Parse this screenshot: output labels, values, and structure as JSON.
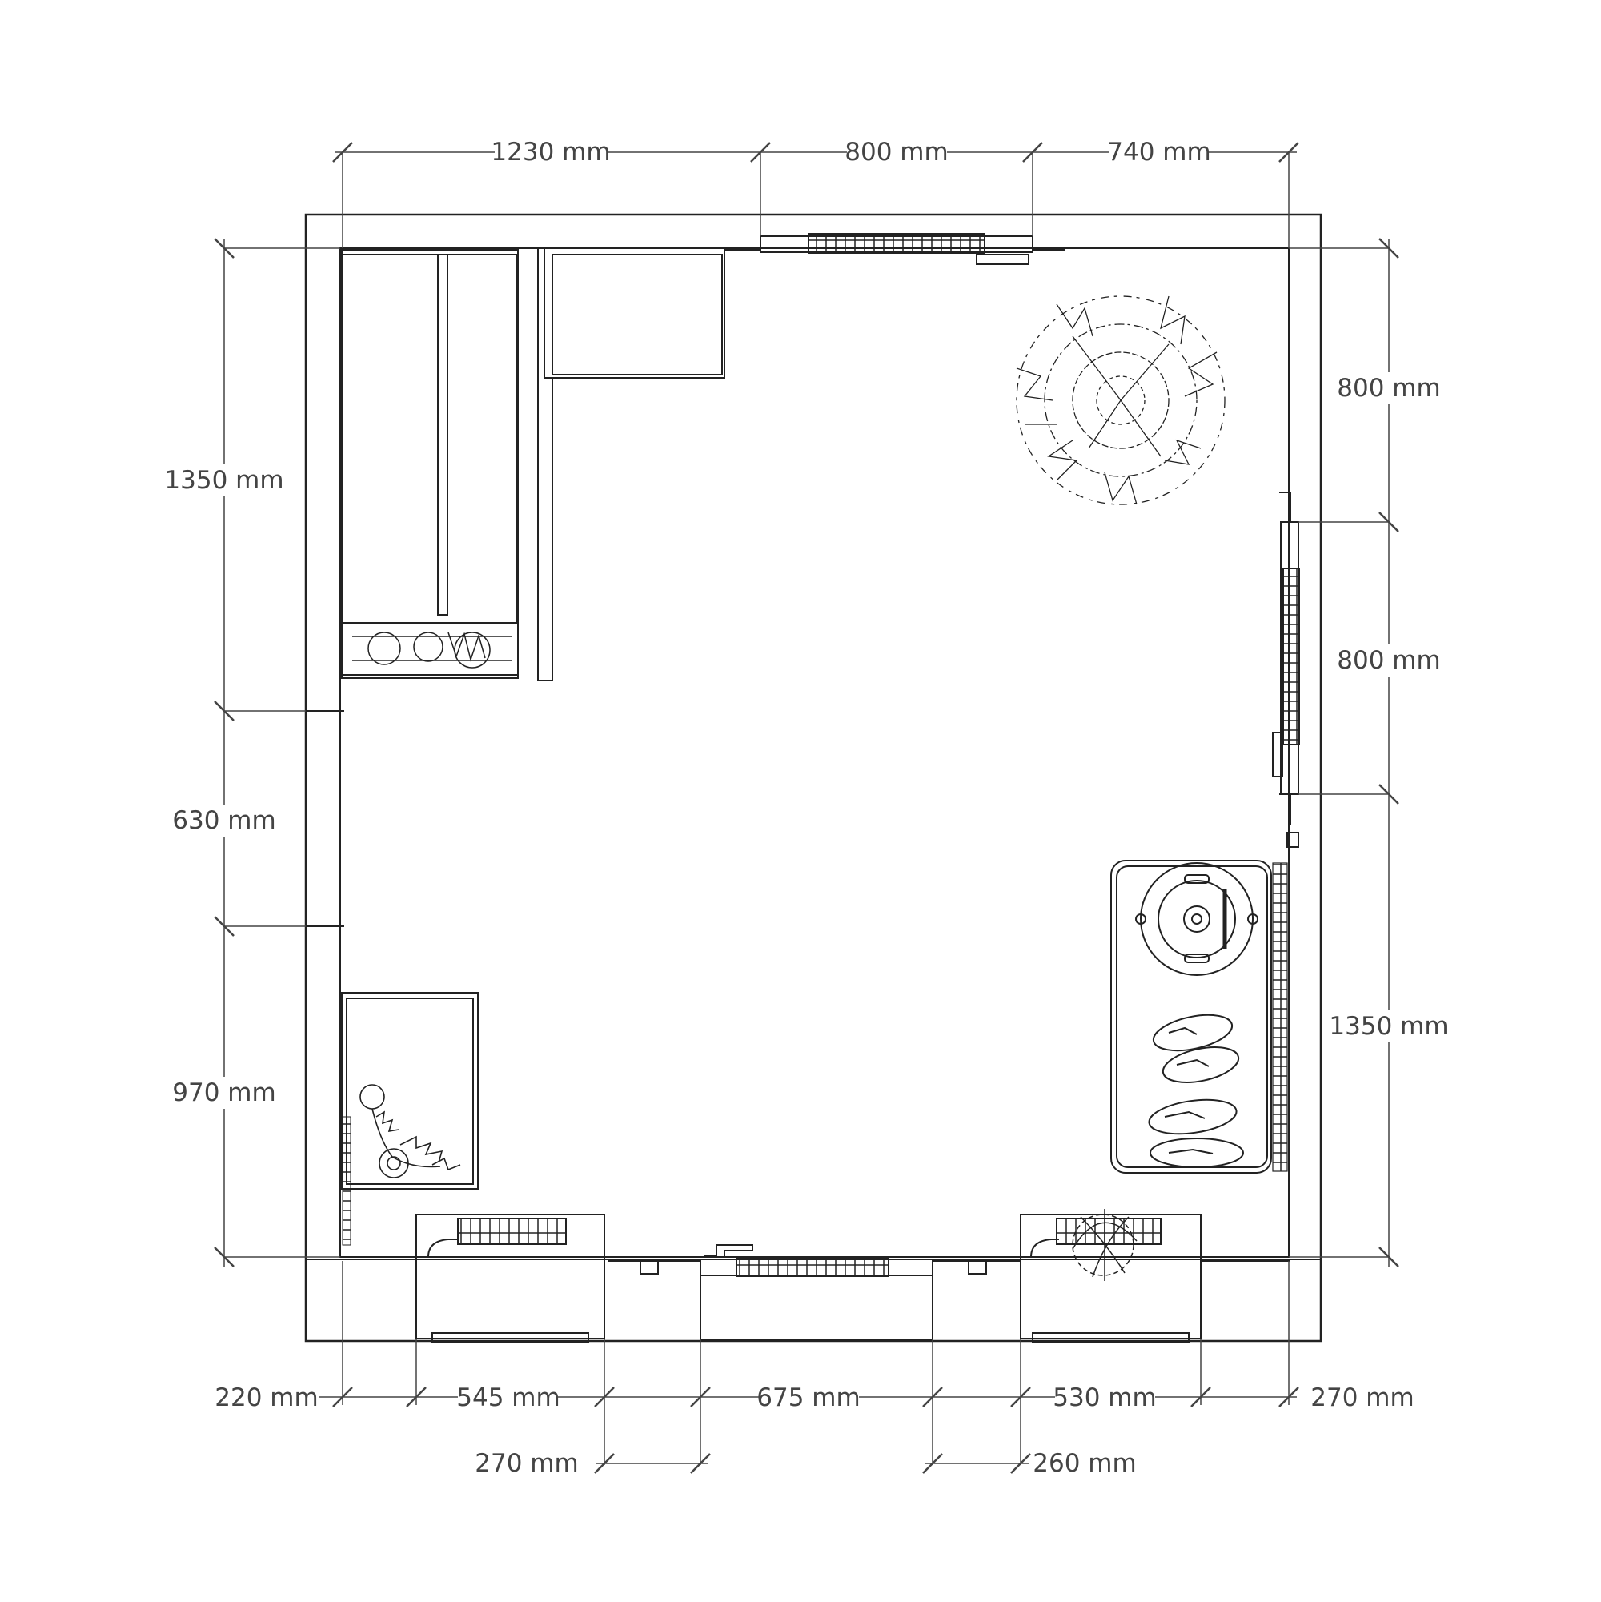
{
  "drawing": {
    "line_color": "#222222",
    "text_color": "#444444",
    "background": "#ffffff"
  },
  "dimensions": {
    "top": [
      "1230 mm",
      "800 mm",
      "740 mm"
    ],
    "left": [
      "1350 mm",
      "630 mm",
      "970 mm"
    ],
    "right": [
      "800 mm",
      "800 mm",
      "1350 mm"
    ],
    "bottom_row1": [
      "220 mm",
      "545 mm",
      "675 mm",
      "530 mm",
      "270 mm"
    ],
    "bottom_row2": [
      "270 mm",
      "260 mm"
    ]
  },
  "fixtures": {
    "wardrobe": "wardrobe",
    "corner_cabinet": "corner-cabinet",
    "plant": "plant",
    "robot_vacuum": "robot-vacuum",
    "shoes": "shoes",
    "radiators": "radiator",
    "windows": "window",
    "door": "door"
  }
}
